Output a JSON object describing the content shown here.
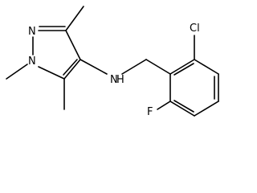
{
  "molecule": {
    "atoms": {
      "n1": "N",
      "n2": "N",
      "nh": "N",
      "h": "H",
      "cl": "Cl",
      "f": "F"
    },
    "colors": {
      "bond": "#000000",
      "label": "#000000",
      "background": "#ffffff"
    }
  }
}
